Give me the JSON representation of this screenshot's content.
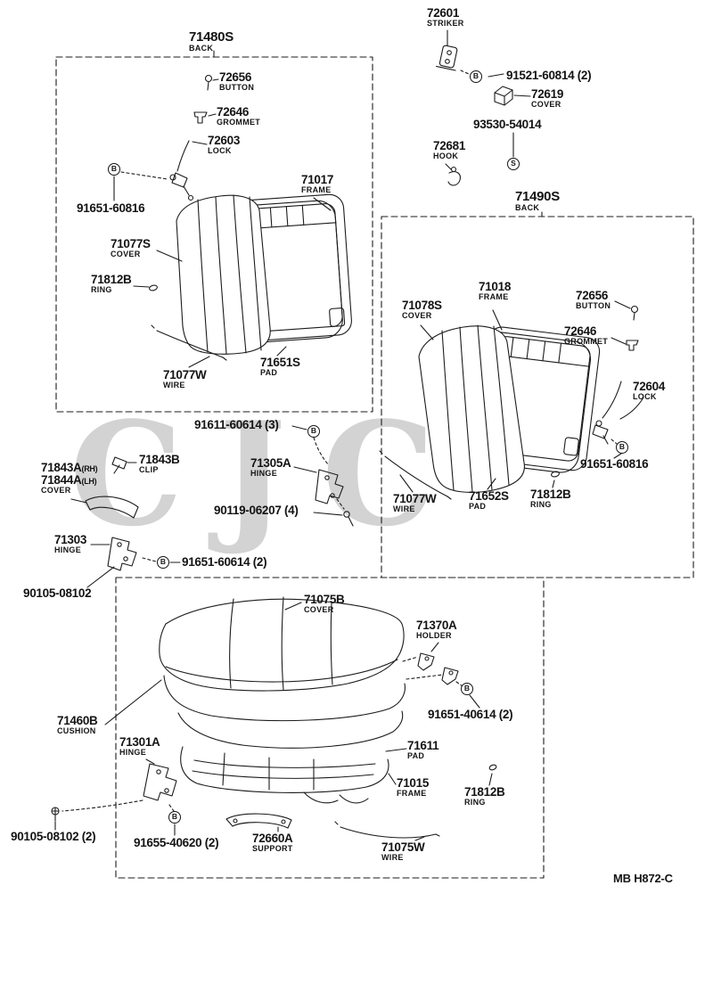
{
  "page": {
    "footer_code": "MB H872-C",
    "watermark": "CJC"
  },
  "symbols": {
    "bolt": "B",
    "screw": "S"
  },
  "groups": {
    "back_rh": {
      "part": "71480S",
      "desc": "BACK"
    },
    "back_lh": {
      "part": "71490S",
      "desc": "BACK"
    }
  },
  "parts": {
    "button_a": {
      "part": "72656",
      "desc": "BUTTON"
    },
    "grommet_a": {
      "part": "72646",
      "desc": "GROMMET"
    },
    "lock_a": {
      "part": "72603",
      "desc": "LOCK"
    },
    "frame_a": {
      "part": "71017",
      "desc": "FRAME"
    },
    "bolt_back_a": {
      "part": "91651-60816"
    },
    "cover_a": {
      "part": "71077S",
      "desc": "COVER"
    },
    "ring_a": {
      "part": "71812B",
      "desc": "RING"
    },
    "wire_a": {
      "part": "71077W",
      "desc": "WIRE"
    },
    "pad_a": {
      "part": "71651S",
      "desc": "PAD"
    },
    "striker": {
      "part": "72601",
      "desc": "STRIKER"
    },
    "striker_bolt": {
      "part": "91521-60814 (2)"
    },
    "striker_cover": {
      "part": "72619",
      "desc": "COVER"
    },
    "striker_screw": {
      "part": "93530-54014"
    },
    "hook": {
      "part": "72681",
      "desc": "HOOK"
    },
    "frame_b": {
      "part": "71018",
      "desc": "FRAME"
    },
    "button_b": {
      "part": "72656",
      "desc": "BUTTON"
    },
    "cover_b": {
      "part": "71078S",
      "desc": "COVER"
    },
    "grommet_b": {
      "part": "72646",
      "desc": "GROMMET"
    },
    "lock_b": {
      "part": "72604",
      "desc": "LOCK"
    },
    "bolt_back_b": {
      "part": "91651-60816"
    },
    "wire_b": {
      "part": "71077W",
      "desc": "WIRE"
    },
    "pad_b": {
      "part": "71652S",
      "desc": "PAD"
    },
    "ring_b": {
      "part": "71812B",
      "desc": "RING"
    },
    "hinge_bolt_3": {
      "part": "91611-60614 (3)"
    },
    "clip": {
      "part": "71843B",
      "desc": "CLIP"
    },
    "hinge_cover": {
      "part": "71843A",
      "suffix": "(RH)",
      "part2": "71844A",
      "suffix2": "(LH)",
      "desc": "COVER"
    },
    "hinge_rh": {
      "part": "71305A",
      "desc": "HINGE"
    },
    "hinge_bolt_4": {
      "part": "90119-06207 (4)"
    },
    "hinge_lh": {
      "part": "71303",
      "desc": "HINGE"
    },
    "hinge_bolt_2": {
      "part": "91651-60614 (2)"
    },
    "floor_bolt": {
      "part": "90105-08102"
    },
    "cushion_cover": {
      "part": "71075B",
      "desc": "COVER"
    },
    "holder": {
      "part": "71370A",
      "desc": "HOLDER"
    },
    "holder_bolt": {
      "part": "91651-40614 (2)"
    },
    "cushion": {
      "part": "71460B",
      "desc": "CUSHION"
    },
    "cushion_hinge": {
      "part": "71301A",
      "desc": "HINGE"
    },
    "cushion_pad": {
      "part": "71611",
      "desc": "PAD"
    },
    "cushion_frame": {
      "part": "71015",
      "desc": "FRAME"
    },
    "ring_c": {
      "part": "71812B",
      "desc": "RING"
    },
    "floor_bolt_2": {
      "part": "90105-08102 (2)"
    },
    "cushion_bolt": {
      "part": "91655-40620 (2)"
    },
    "support": {
      "part": "72660A",
      "desc": "SUPPORT"
    },
    "wire_c": {
      "part": "71075W",
      "desc": "WIRE"
    }
  }
}
